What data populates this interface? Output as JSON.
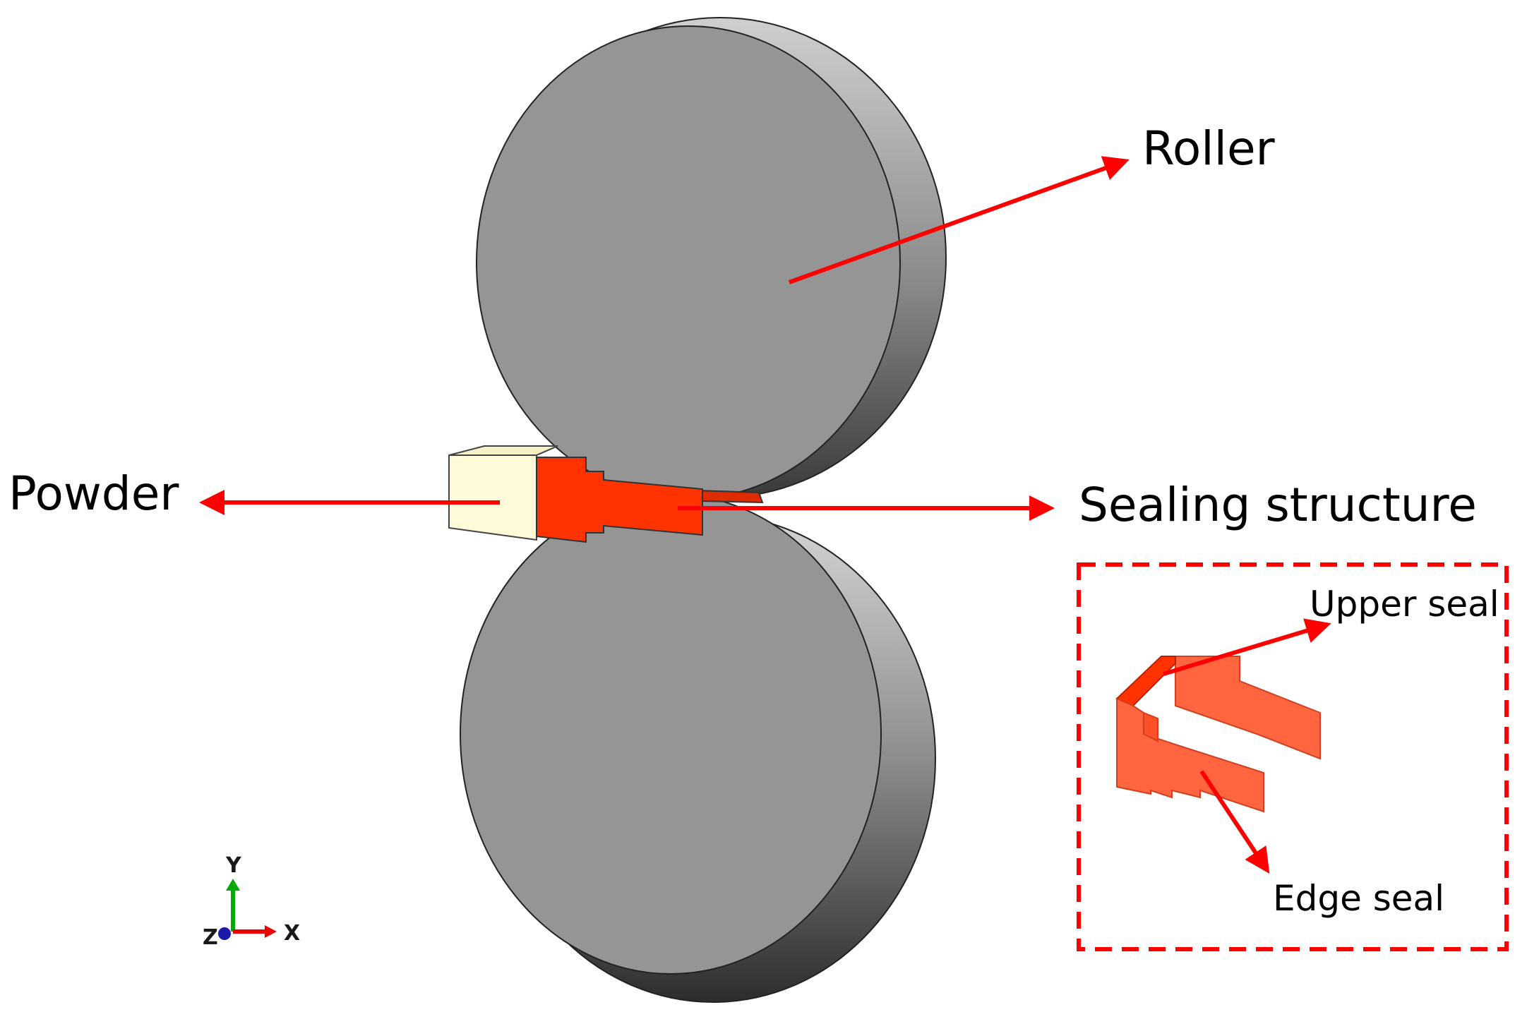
{
  "labels": {
    "roller": "Roller",
    "powder": "Powder",
    "sealing_structure": "Sealing structure",
    "upper_seal": "Upper seal",
    "edge_seal": "Edge seal"
  },
  "axes": {
    "y": "Y",
    "x": "X",
    "z": "Z"
  },
  "colors": {
    "roller_face": "#959595",
    "seal": "#ff3300",
    "seal_inset": "#ff6640",
    "powder": "#fffbd9",
    "arrow": "#ff0000"
  }
}
